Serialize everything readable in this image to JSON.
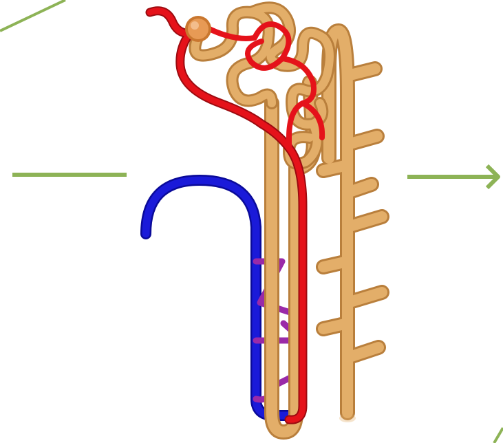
{
  "colors": {
    "background": "#ffffff",
    "connector_line": "#8db356",
    "artery": "#e5121a",
    "vein": "#1212cc",
    "capillary": "#9a2aa8",
    "tubule": "#e3ae69",
    "tubule_shade": "#b97f3c",
    "glomerulus": "#e79a55"
  },
  "diagram": {
    "subject": "nephron",
    "parts": [
      "afferent-arteriole",
      "glomerulus",
      "proximal-convoluted-tubule",
      "loop-of-henle",
      "peritubular-capillaries",
      "vasa-recta",
      "venule",
      "collecting-duct"
    ]
  }
}
